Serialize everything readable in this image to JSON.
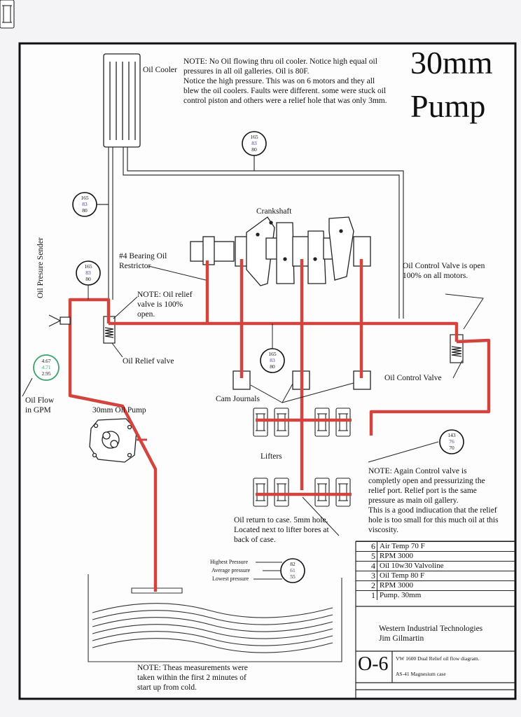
{
  "title": {
    "line1": "30mm",
    "line2": "Pump"
  },
  "notes": {
    "top": [
      "NOTE: No Oil flowing thru oil cooler. Notice high equal oil",
      "pressures in all oil galleries. Oil is 80F.",
      "Notice the high pressure. This was on 6 motors and they all",
      "blew the oil coolers. Faults were different. some were stuck oil",
      "control piston and others were a relief hole that was only 3mm."
    ],
    "relief": [
      "NOTE: Oil relief",
      "valve is 100%",
      "open."
    ],
    "control": [
      "NOTE: Again Control valve is",
      "completly open and pressurizing the",
      "relief port. Relief port is the same",
      "pressure as main oil gallery.",
      "This is a good indiucation that the relief",
      "hole is too small for this much oil at this",
      "viscosity."
    ],
    "bottom": [
      "NOTE: Theas measurements were",
      "taken within the first 2 minutes of",
      "start up from cold."
    ],
    "oil_return": [
      "Oil return to case. 5mm hole.",
      "Located next to lifter bores at",
      "back of case."
    ]
  },
  "labels": {
    "oil_cooler": "Oil Cooler",
    "crankshaft": "Crankshaft",
    "bearing_restrictor": [
      "#4 Bearing Oil",
      "Restrictor"
    ],
    "oil_control_open": [
      "Oil Control Valve is open",
      "100% on all motors."
    ],
    "oil_pressure_sender": "Oil Presure Sender",
    "oil_relief_valve": "Oil Relief valve",
    "oil_control_valve": "Oil Control Valve",
    "oil_flow": [
      "Oil Flow",
      "in GPM"
    ],
    "pump": "30mm Oil Pump",
    "cam_journals": "Cam Journals",
    "lifters": "Lifters"
  },
  "gauges": {
    "cooler": [
      "165",
      "83",
      "80"
    ],
    "top": [
      "165",
      "83",
      "80"
    ],
    "sender": [
      "165",
      "83",
      "80"
    ],
    "center": [
      "165",
      "83",
      "80"
    ],
    "control": [
      "143",
      "76",
      "70"
    ],
    "flow": [
      "4.67",
      "4.71",
      "2.95"
    ],
    "legend": [
      "82",
      "61",
      "55"
    ]
  },
  "legend": {
    "highest": "Highest Pressure",
    "average": "Average pressure",
    "lowest": "Lowest pressure"
  },
  "title_block": {
    "rows": [
      {
        "n": "6",
        "v": "Air Temp 70 F"
      },
      {
        "n": "5",
        "v": "RPM 3000"
      },
      {
        "n": "4",
        "v": "Oil 10w30 Valvoline"
      },
      {
        "n": "3",
        "v": "Oil Temp 80 F"
      },
      {
        "n": "2",
        "v": "RPM 3000"
      },
      {
        "n": "1",
        "v": "Pump. 30mm"
      }
    ],
    "company": "Western Industrial Technologies",
    "author": "Jim Gilmartin",
    "drawing_no": "O-6",
    "desc1": "VW 1600 Dual Relief oil flow diagram.",
    "desc2": "AS-41 Magnesium case"
  },
  "colors": {
    "oil": "#d2453f",
    "line": "#222222",
    "gauge_mid": "#3a3a9e",
    "gauge_flow": "#3aa36a"
  }
}
